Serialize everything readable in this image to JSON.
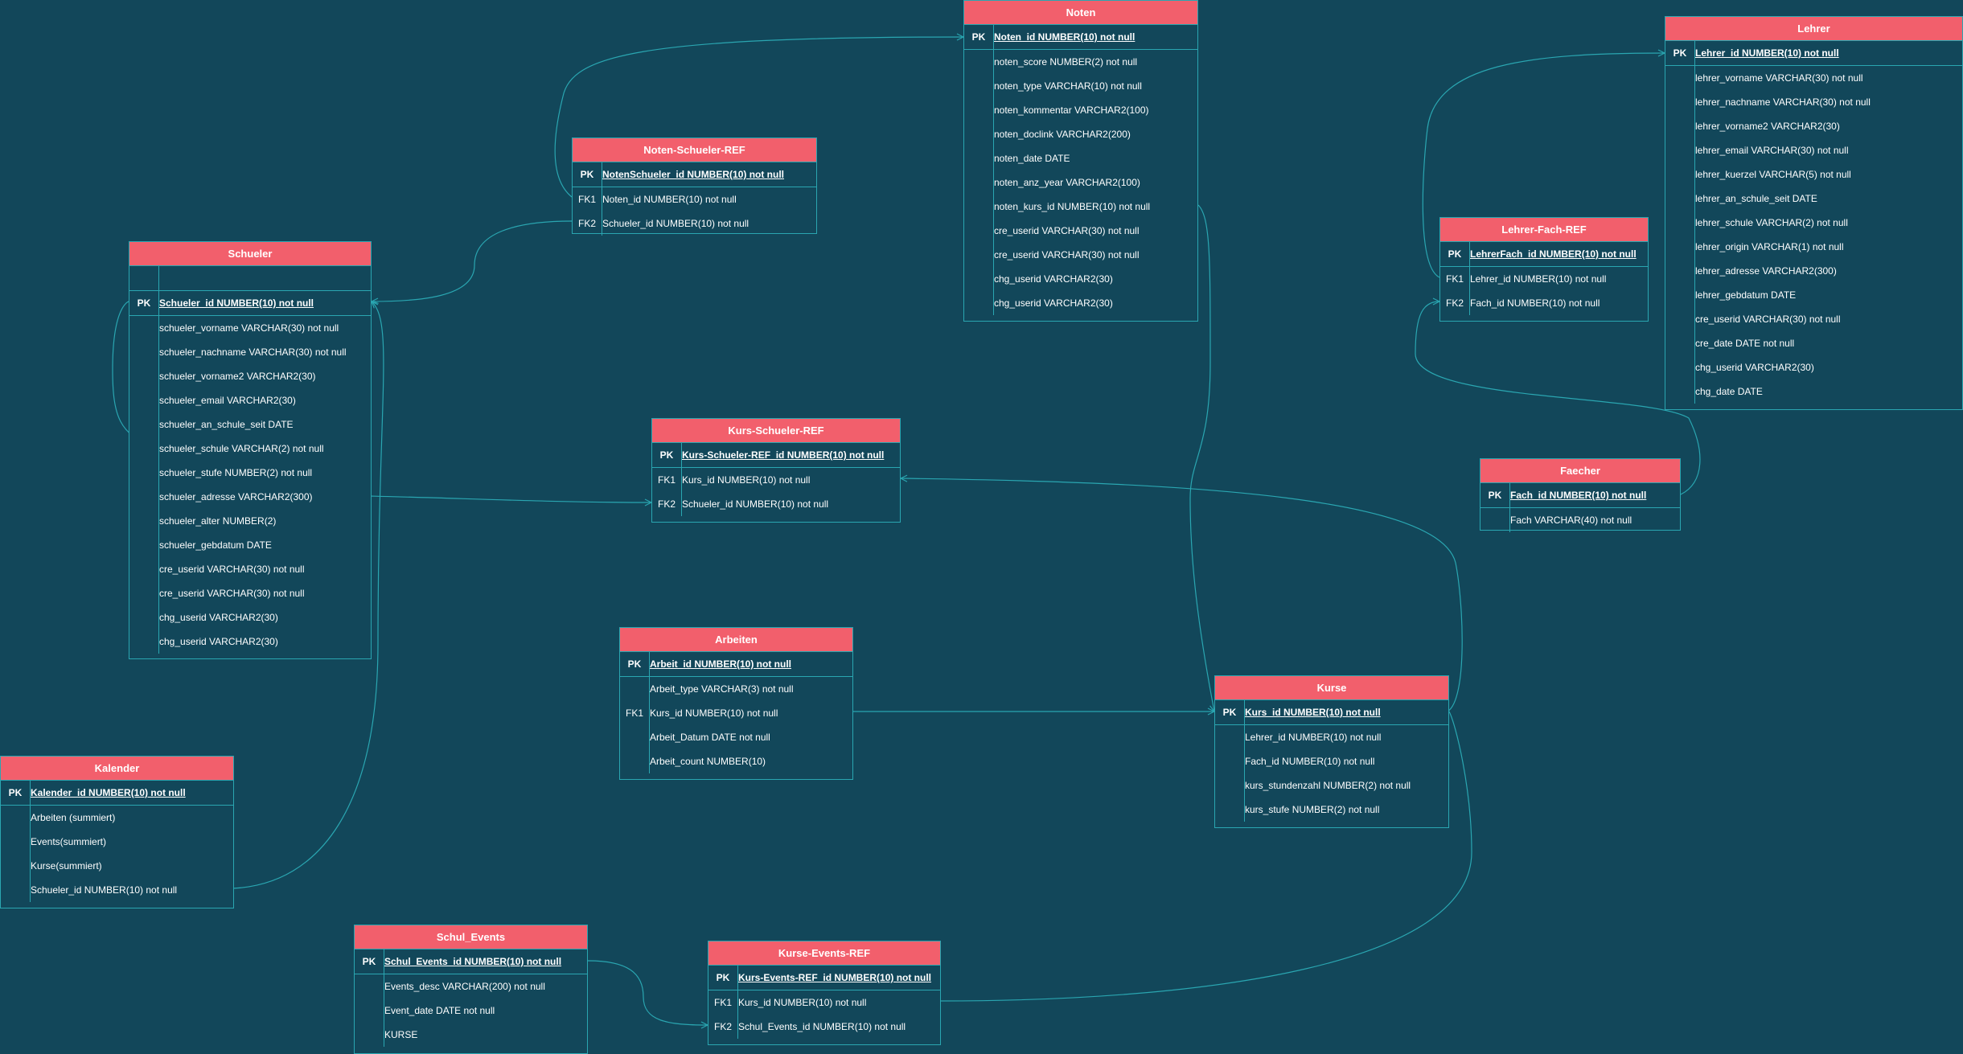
{
  "entities": {
    "noten": {
      "title": "Noten",
      "rows": [
        {
          "key": "PK",
          "field": "Noten_id NUMBER(10) not null"
        },
        {
          "key": "",
          "field": "noten_score NUMBER(2) not null"
        },
        {
          "key": "",
          "field": "noten_type VARCHAR(10) not null"
        },
        {
          "key": "",
          "field": "noten_kommentar VARCHAR2(100)"
        },
        {
          "key": "",
          "field": "noten_doclink VARCHAR2(200)"
        },
        {
          "key": "",
          "field": "noten_date DATE"
        },
        {
          "key": "",
          "field": "noten_anz_year VARCHAR2(100)"
        },
        {
          "key": "",
          "field": "noten_kurs_id NUMBER(10) not null"
        },
        {
          "key": "",
          "field": "cre_userid VARCHAR(30) not null"
        },
        {
          "key": "",
          "field": "cre_userid VARCHAR(30) not null"
        },
        {
          "key": "",
          "field": "chg_userid VARCHAR2(30)"
        },
        {
          "key": "",
          "field": "chg_userid VARCHAR2(30)"
        }
      ]
    },
    "lehrer": {
      "title": "Lehrer",
      "rows": [
        {
          "key": "PK",
          "field": "Lehrer_id NUMBER(10) not null"
        },
        {
          "key": "",
          "field": "lehrer_vorname VARCHAR(30) not null"
        },
        {
          "key": "",
          "field": "lehrer_nachname VARCHAR(30) not null"
        },
        {
          "key": "",
          "field": "lehrer_vorname2 VARCHAR2(30)"
        },
        {
          "key": "",
          "field": "lehrer_email VARCHAR(30) not null"
        },
        {
          "key": "",
          "field": "lehrer_kuerzel VARCHAR(5) not null"
        },
        {
          "key": "",
          "field": "lehrer_an_schule_seit DATE"
        },
        {
          "key": "",
          "field": "lehrer_schule VARCHAR(2) not null"
        },
        {
          "key": "",
          "field": "lehrer_origin VARCHAR(1) not null"
        },
        {
          "key": "",
          "field": "lehrer_adresse VARCHAR2(300)"
        },
        {
          "key": "",
          "field": "lehrer_gebdatum DATE"
        },
        {
          "key": "",
          "field": "cre_userid VARCHAR(30) not null"
        },
        {
          "key": "",
          "field": "cre_date DATE not null"
        },
        {
          "key": "",
          "field": "chg_userid VARCHAR2(30)"
        },
        {
          "key": "",
          "field": "chg_date DATE"
        }
      ]
    },
    "noten_schueler_ref": {
      "title": "Noten-Schueler-REF",
      "rows": [
        {
          "key": "PK",
          "field": "NotenSchueler_id NUMBER(10) not null"
        },
        {
          "key": "FK1",
          "field": "Noten_id NUMBER(10) not null"
        },
        {
          "key": "FK2",
          "field": "Schueler_id NUMBER(10) not null"
        }
      ]
    },
    "schueler": {
      "title": "Schueler",
      "rows": [
        {
          "key": "",
          "field": "",
          "blank": true
        },
        {
          "key": "PK",
          "field": "Schueler_id NUMBER(10) not null"
        },
        {
          "key": "",
          "field": "schueler_vorname VARCHAR(30) not null"
        },
        {
          "key": "",
          "field": "schueler_nachname VARCHAR(30) not null"
        },
        {
          "key": "",
          "field": "schueler_vorname2 VARCHAR2(30)"
        },
        {
          "key": "",
          "field": "schueler_email VARCHAR2(30)"
        },
        {
          "key": "",
          "field": "schueler_an_schule_seit DATE"
        },
        {
          "key": "",
          "field": "schueler_schule VARCHAR(2) not null"
        },
        {
          "key": "",
          "field": "schueler_stufe NUMBER(2) not null"
        },
        {
          "key": "",
          "field": "schueler_adresse VARCHAR2(300)"
        },
        {
          "key": "",
          "field": "schueler_alter NUMBER(2)"
        },
        {
          "key": "",
          "field": "schueler_gebdatum DATE"
        },
        {
          "key": "",
          "field": "cre_userid VARCHAR(30) not null"
        },
        {
          "key": "",
          "field": "cre_userid VARCHAR(30) not null"
        },
        {
          "key": "",
          "field": "chg_userid VARCHAR2(30)"
        },
        {
          "key": "",
          "field": "chg_userid VARCHAR2(30)"
        }
      ]
    },
    "lehrer_fach_ref": {
      "title": "Lehrer-Fach-REF",
      "rows": [
        {
          "key": "PK",
          "field": "LehrerFach_id NUMBER(10) not null"
        },
        {
          "key": "FK1",
          "field": "Lehrer_id NUMBER(10) not null"
        },
        {
          "key": "FK2",
          "field": "Fach_id NUMBER(10) not null"
        }
      ]
    },
    "kurs_schueler_ref": {
      "title": "Kurs-Schueler-REF",
      "rows": [
        {
          "key": "PK",
          "field": "Kurs-Schueler-REF_id NUMBER(10) not null"
        },
        {
          "key": "FK1",
          "field": "Kurs_id NUMBER(10) not null"
        },
        {
          "key": "FK2",
          "field": "Schueler_id NUMBER(10) not null"
        }
      ]
    },
    "faecher": {
      "title": "Faecher",
      "rows": [
        {
          "key": "PK",
          "field": "Fach_id NUMBER(10) not null"
        },
        {
          "key": "",
          "field": "Fach VARCHAR(40) not null"
        }
      ]
    },
    "arbeiten": {
      "title": "Arbeiten",
      "rows": [
        {
          "key": "PK",
          "field": "Arbeit_id NUMBER(10) not null"
        },
        {
          "key": "",
          "field": "Arbeit_type VARCHAR(3) not null"
        },
        {
          "key": "FK1",
          "field": "Kurs_id NUMBER(10) not null"
        },
        {
          "key": "",
          "field": "Arbeit_Datum DATE not null"
        },
        {
          "key": "",
          "field": "Arbeit_count NUMBER(10)"
        }
      ]
    },
    "kurse": {
      "title": "Kurse",
      "rows": [
        {
          "key": "PK",
          "field": "Kurs_id NUMBER(10) not null"
        },
        {
          "key": "",
          "field": "Lehrer_id NUMBER(10) not null"
        },
        {
          "key": "",
          "field": "Fach_id NUMBER(10) not null"
        },
        {
          "key": "",
          "field": "kurs_stundenzahl NUMBER(2) not null"
        },
        {
          "key": "",
          "field": "kurs_stufe NUMBER(2) not null"
        }
      ]
    },
    "kalender": {
      "title": "Kalender",
      "rows": [
        {
          "key": "PK",
          "field": "Kalender_id NUMBER(10) not null"
        },
        {
          "key": "",
          "field": "Arbeiten (summiert)"
        },
        {
          "key": "",
          "field": "Events(summiert)"
        },
        {
          "key": "",
          "field": "Kurse(summiert)"
        },
        {
          "key": "",
          "field": "Schueler_id NUMBER(10) not null"
        }
      ]
    },
    "schul_events": {
      "title": "Schul_Events",
      "rows": [
        {
          "key": "PK",
          "field": "Schul_Events_id NUMBER(10) not null"
        },
        {
          "key": "",
          "field": "Events_desc VARCHAR(200) not null"
        },
        {
          "key": "",
          "field": "Event_date DATE not null"
        },
        {
          "key": "",
          "field": "KURSE"
        }
      ]
    },
    "kurse_events_ref": {
      "title": "Kurse-Events-REF",
      "rows": [
        {
          "key": "PK",
          "field": "Kurs-Events-REF_id NUMBER(10) not null"
        },
        {
          "key": "FK1",
          "field": "Kurs_id NUMBER(10) not null"
        },
        {
          "key": "FK2",
          "field": "Schul_Events_id NUMBER(10) not null"
        }
      ]
    }
  },
  "colors": {
    "background": "#12475a",
    "header": "#f25f6c",
    "border": "#2aa6b1",
    "text": "#ffffff"
  }
}
